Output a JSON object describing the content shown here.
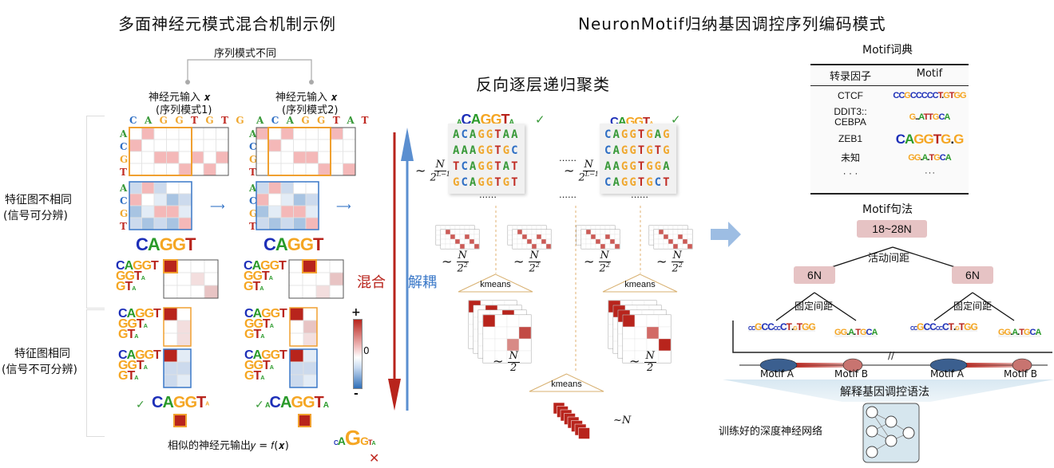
{
  "left_panel": {
    "title": "多面神经元模式混合机制示例",
    "bracket_label": "序列模式不同",
    "input1_label": "神经元输入 𝒙",
    "input1_sub": "(序列模式1)",
    "input2_label": "神经元输入 𝒙",
    "input2_sub": "(序列模式2)",
    "seq1": [
      "C",
      "A",
      "G",
      "G",
      "T",
      "G",
      "T",
      "G"
    ],
    "seq2": [
      "A",
      "C",
      "A",
      "G",
      "G",
      "T",
      "A",
      "T"
    ],
    "row_letters": [
      "A",
      "C",
      "G",
      "T"
    ],
    "group1_label": "特征图不相同",
    "group1_sub": "(信号可分辨)",
    "group2_label": "特征图相同",
    "group2_sub": "(信号不可分辨)",
    "motif_logo": "CAGGT",
    "stack_logos": [
      "CAGGT",
      "GGTA",
      "GT"
    ],
    "output_label": "相似的神经元输出𝑦 = 𝑓(𝒙)",
    "mix_label": "混合",
    "decouple_label": "解耦",
    "colorbar": {
      "plus": "+",
      "zero": "0",
      "minus": "-"
    },
    "check": "✓",
    "cross": "✕",
    "colors": {
      "red": "#b8241c",
      "blue": "#5b8fd0",
      "orange": "#f0a030"
    }
  },
  "middle_panel": {
    "title": "反向逐层递归聚类",
    "cluster1_logo": "CAGGTA",
    "cluster1_seqs": [
      "ACAGGTAA",
      "AAAGGTGC",
      "TCAGGTAT",
      "GCAGGTGT"
    ],
    "cluster2_logo": "CAGGT",
    "cluster2_seqs": [
      "CAGGTGAG",
      "CAGGTGTG",
      "AAGGTGGA",
      "CAGGTGCT"
    ],
    "ellipsis": "……",
    "frac_top": "N",
    "frac_L": "2^(L−1)",
    "frac_L_num": "N",
    "frac_L_den": "2",
    "frac_L_exp": "L−1",
    "frac_2sq_den": "2",
    "frac_2sq_exp": "2",
    "frac_half_den": "2",
    "tilde": "~",
    "kmeans": "kmeans",
    "sim_N": "~N"
  },
  "right_panel": {
    "title": "NeuronMotif归纳基因调控序列编码模式",
    "dict_title": "Motif词典",
    "dict_headers": [
      "转录因子",
      "Motif"
    ],
    "dict_rows": [
      {
        "tf": "CTCF",
        "motif": "ccGCCccCT.gTGG"
      },
      {
        "tf": "DDIT3::\nCEBPA",
        "tf1": "DDIT3::",
        "tf2": "CEBPA",
        "motif": "G..ATTGCA"
      },
      {
        "tf": "ZEB1",
        "motif": "CAGGTG.G"
      },
      {
        "tf": "未知",
        "motif": "GG.A.TGCA"
      },
      {
        "tf": "· · ·",
        "motif": "· · ·"
      }
    ],
    "grammar_title": "Motif句法",
    "root_node": "18~28N",
    "root_edge": "活动间距",
    "child_nodes": [
      "6N",
      "6N"
    ],
    "child_edge": "固定间距",
    "motif_labels": [
      "Motif A",
      "Motif B",
      "Motif A",
      "Motif B"
    ],
    "break_mark": "//",
    "interpret_label": "解释基因调控语法",
    "network_label": "训练好的深度神经网络"
  }
}
